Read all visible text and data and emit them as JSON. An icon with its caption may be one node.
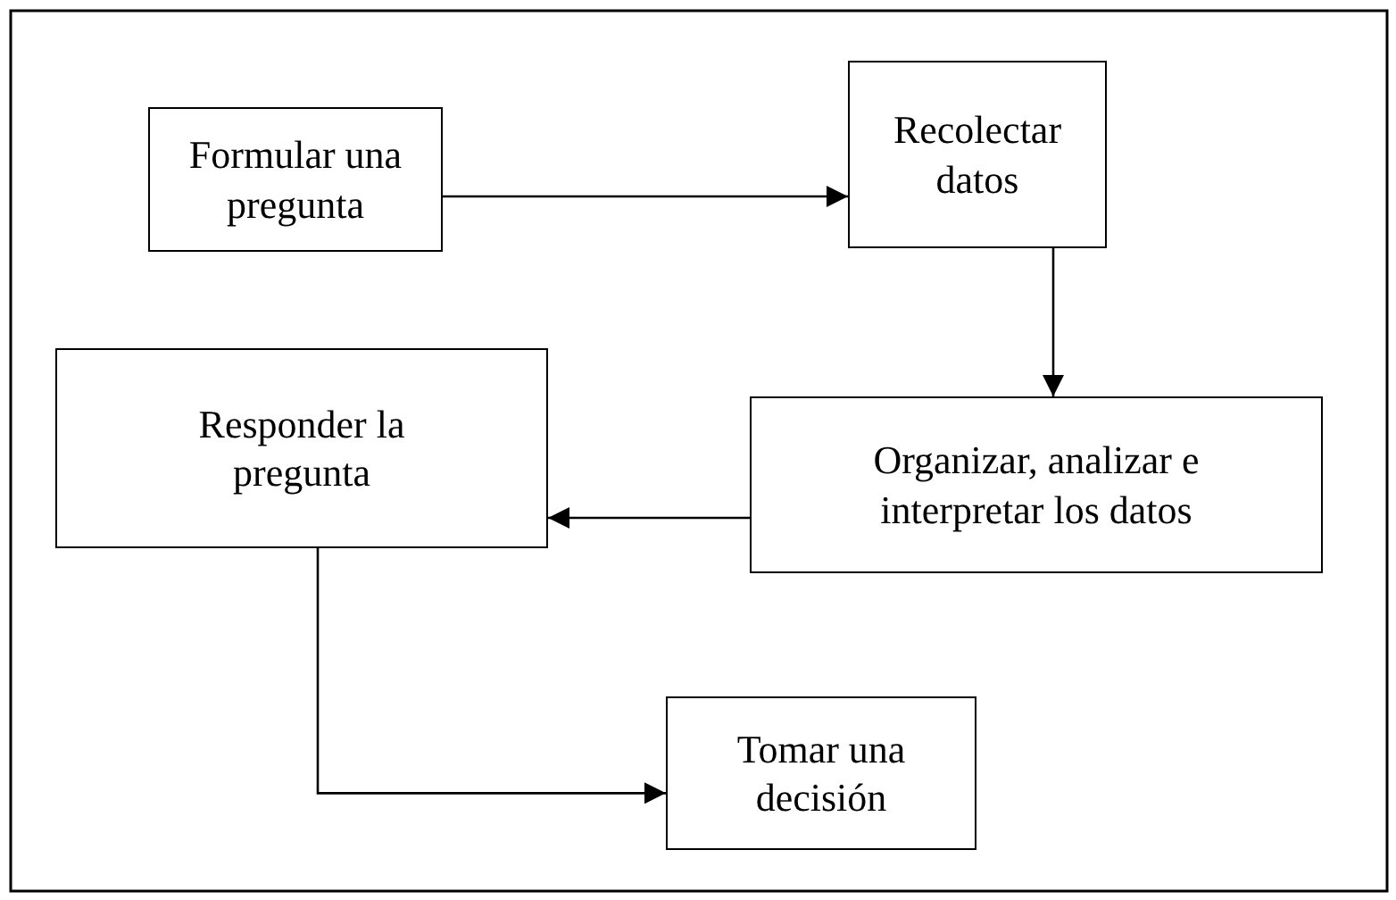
{
  "diagram": {
    "nodes": [
      {
        "text": [
          "Formular una pregunta"
        ]
      },
      {
        "text": [
          "Recolectar datos"
        ]
      },
      {
        "text": [
          "Organizar, analizar e interpretar los datos"
        ]
      },
      {
        "text": [
          "Responder la pregunta"
        ]
      },
      {
        "text": [
          "Tomar una decisión"
        ]
      }
    ],
    "edges": [
      {
        "from": 0,
        "to": 1,
        "arrow": "to"
      },
      {
        "from": 1,
        "to": 2,
        "arrow": "to"
      },
      {
        "from": 2,
        "to": 3,
        "arrow": "to"
      },
      {
        "from": 3,
        "to": 4,
        "arrow": "to"
      }
    ]
  }
}
